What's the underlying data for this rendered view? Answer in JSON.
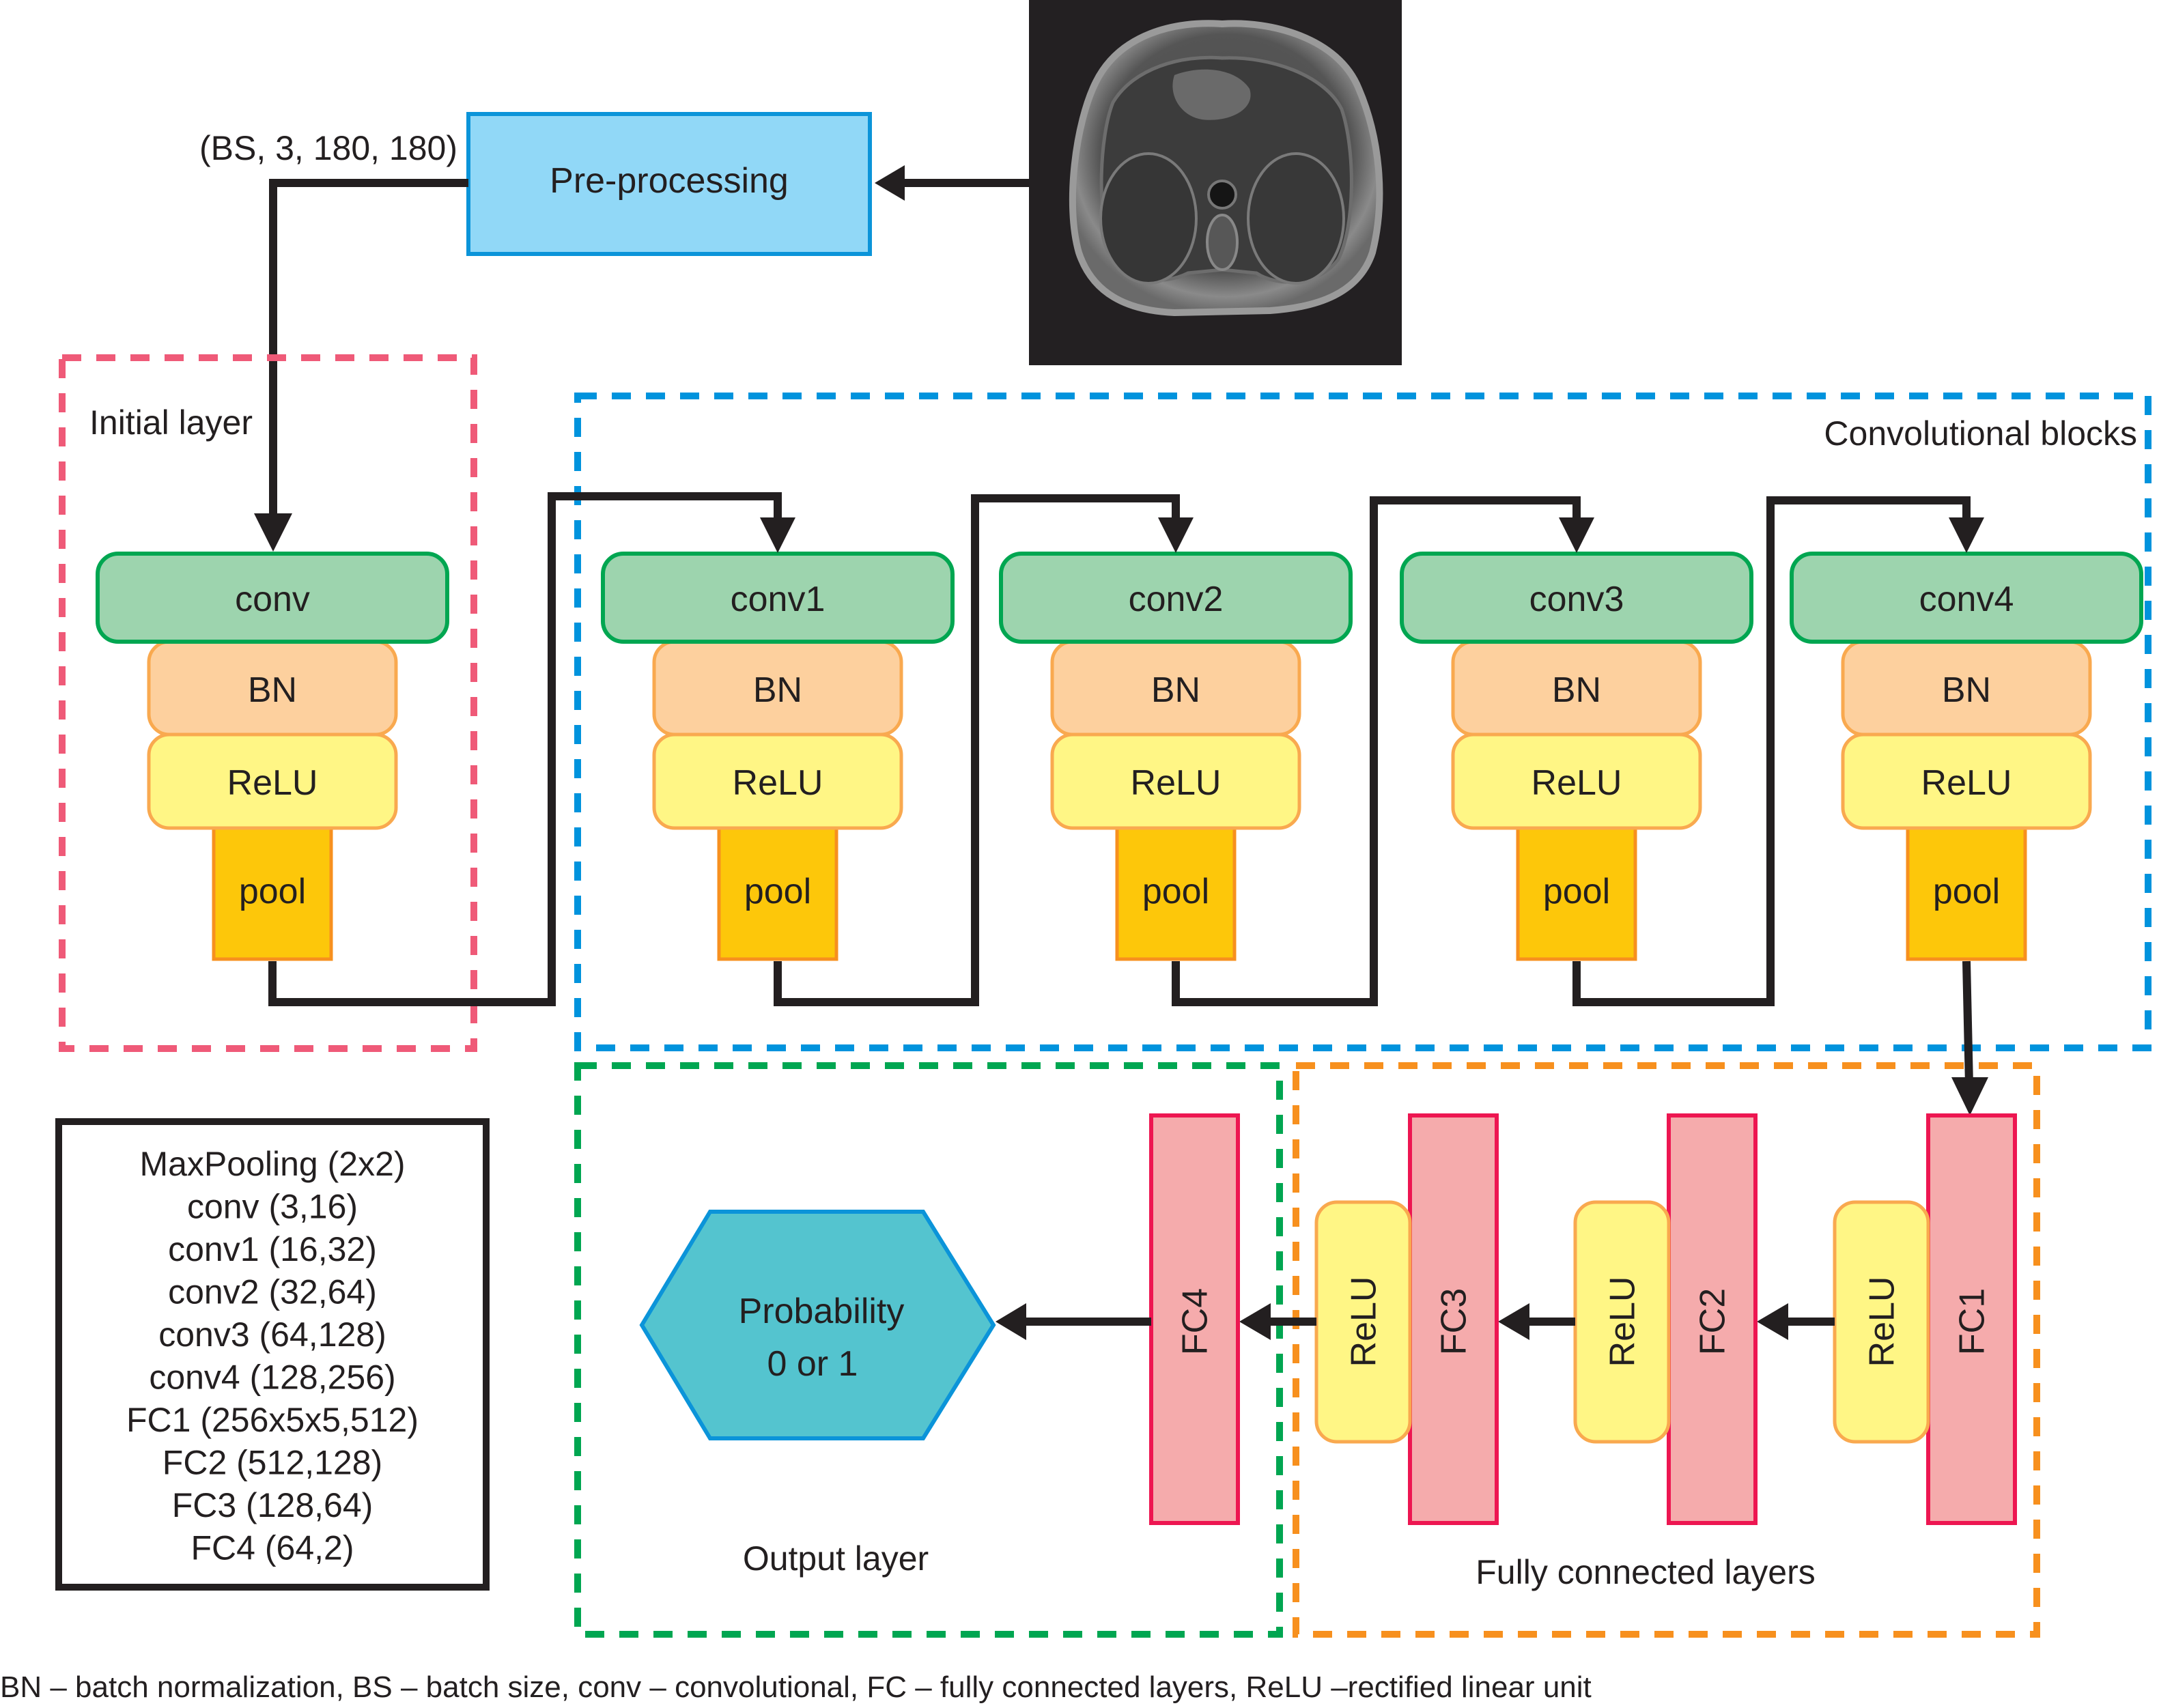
{
  "input_image": {
    "name": "abdominal-mri-slice",
    "description": "Axial MRI scan of abdomen (input image)"
  },
  "preprocessing": {
    "label": "Pre-processing",
    "input_shape": "(BS, 3, 180, 180)"
  },
  "groups": {
    "initial": "Initial layer",
    "conv_blocks": "Convolutional blocks",
    "output": "Output layer",
    "fully_connected": "Fully connected layers"
  },
  "conv_stacks": [
    {
      "conv": "conv",
      "bn": "BN",
      "relu": "ReLU",
      "pool": "pool"
    },
    {
      "conv": "conv1",
      "bn": "BN",
      "relu": "ReLU",
      "pool": "pool"
    },
    {
      "conv": "conv2",
      "bn": "BN",
      "relu": "ReLU",
      "pool": "pool"
    },
    {
      "conv": "conv3",
      "bn": "BN",
      "relu": "ReLU",
      "pool": "pool"
    },
    {
      "conv": "conv4",
      "bn": "BN",
      "relu": "ReLU",
      "pool": "pool"
    }
  ],
  "fc_layers": [
    {
      "fc": "FC1",
      "relu": "ReLU"
    },
    {
      "fc": "FC2",
      "relu": "ReLU"
    },
    {
      "fc": "FC3",
      "relu": "ReLU"
    },
    {
      "fc": "FC4"
    }
  ],
  "output_node": {
    "line1": "Probability",
    "line2": "0 or 1"
  },
  "legend": [
    "MaxPooling (2x2)",
    "conv (3,16)",
    "conv1 (16,32)",
    "conv2 (32,64)",
    "conv3 (64,128)",
    "conv4 (128,256)",
    "FC1 (256x5x5,512)",
    "FC2 (512,128)",
    "FC3 (128,64)",
    "FC4 (64,2)"
  ],
  "footer": "BN – batch normalization, BS – batch size, conv – convolutional, FC – fully connected layers,  ReLU –rectified linear unit",
  "colors": {
    "conv": "#9dd4ae",
    "bn": "#fdd09e",
    "relu": "#fff685",
    "pool": "#fdc70a",
    "fc": "#f5abac",
    "preprocessing": "#91d8f7",
    "output": "#54c4cf",
    "initial_group": "#ef5a78",
    "conv_group": "#0093dd",
    "output_group": "#00a651",
    "fc_group": "#f7901e"
  }
}
